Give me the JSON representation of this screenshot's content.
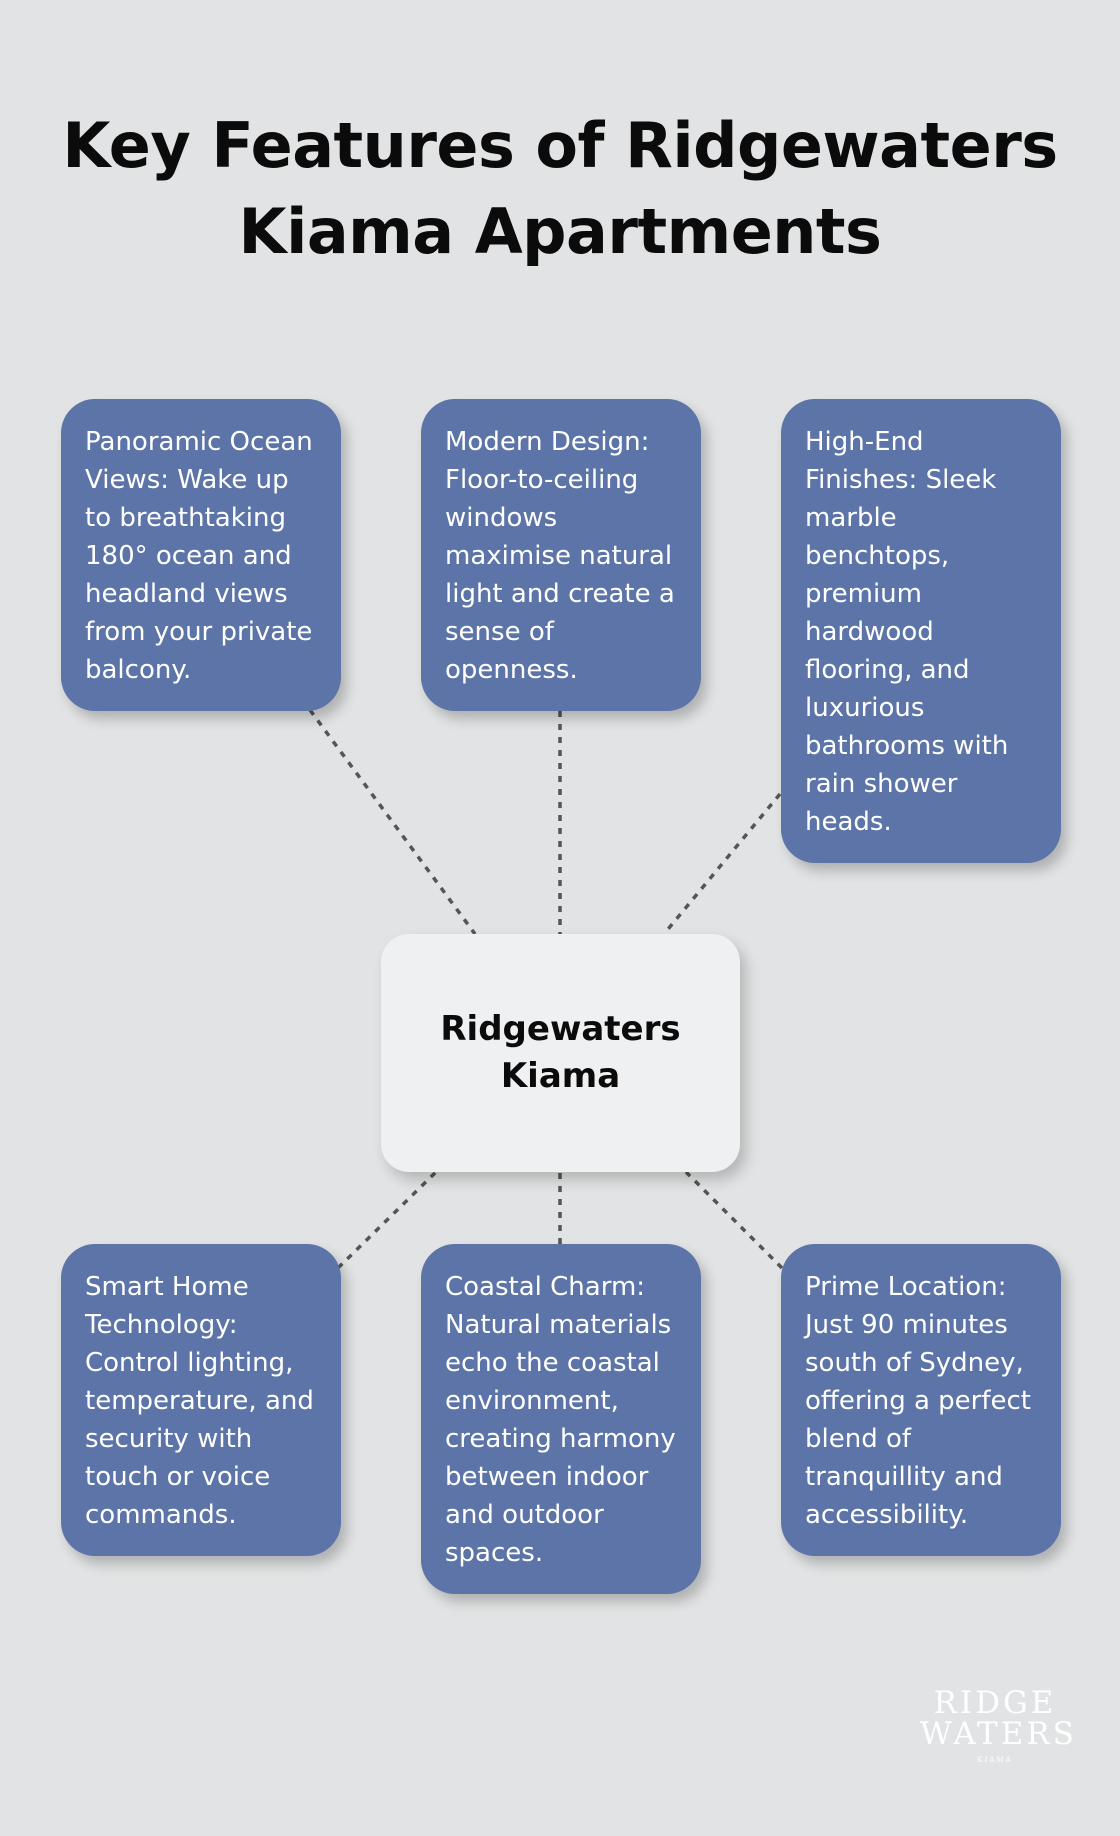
{
  "title": {
    "line1": "Key Features of Ridgewaters",
    "line2": "Kiama Apartments"
  },
  "hub": {
    "line1": "Ridgewaters",
    "line2": "Kiama"
  },
  "features": [
    {
      "text": "Panoramic Ocean Views: Wake up to breathtaking 180° ocean and headland views from your private balcony."
    },
    {
      "text": "Modern Design: Floor-to-ceiling windows maximise natural light and create a sense of openness."
    },
    {
      "text": "High-End Finishes: Sleek marble benchtops, premium hardwood flooring, and luxurious bathrooms with rain shower heads."
    },
    {
      "text": "Smart Home Technology: Control lighting, temperature, and security with touch or voice commands."
    },
    {
      "text": "Coastal Charm: Natural materials echo the coastal environment, creating harmony between indoor and outdoor spaces."
    },
    {
      "text": "Prime Location: Just 90 minutes south of Sydney, offering a perfect blend of tranquillity and accessibility."
    }
  ],
  "logo": {
    "line1": "RIDGE",
    "line2": "WATERS",
    "line3": "KIAMA"
  },
  "colors": {
    "background": "#e1e3e4",
    "card": "#5c74a7",
    "hub": "#eff0f1",
    "connector": "#555555"
  }
}
